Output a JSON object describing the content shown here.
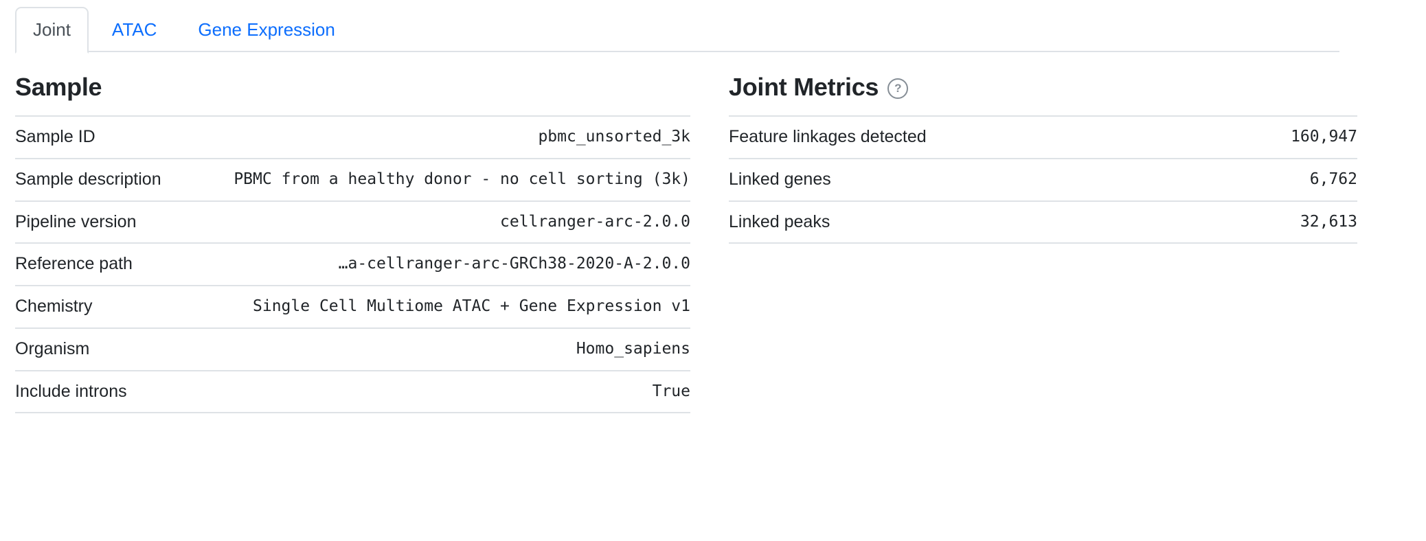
{
  "tabs": [
    {
      "label": "Joint",
      "active": true
    },
    {
      "label": "ATAC",
      "active": false
    },
    {
      "label": "Gene Expression",
      "active": false
    }
  ],
  "sample_panel": {
    "title": "Sample",
    "rows": [
      {
        "label": "Sample ID",
        "value": "pbmc_unsorted_3k"
      },
      {
        "label": "Sample description",
        "value": "PBMC from a healthy donor - no cell sorting (3k)"
      },
      {
        "label": "Pipeline version",
        "value": "cellranger-arc-2.0.0"
      },
      {
        "label": "Reference path",
        "value": "…a-cellranger-arc-GRCh38-2020-A-2.0.0"
      },
      {
        "label": "Chemistry",
        "value": "Single Cell Multiome ATAC + Gene Expression v1"
      },
      {
        "label": "Organism",
        "value": "Homo_sapiens"
      },
      {
        "label": "Include introns",
        "value": "True"
      }
    ]
  },
  "joint_metrics_panel": {
    "title": "Joint Metrics",
    "help_icon": "help-circle-icon",
    "help_glyph": "?",
    "rows": [
      {
        "label": "Feature linkages detected",
        "value": "160,947"
      },
      {
        "label": "Linked genes",
        "value": "6,762"
      },
      {
        "label": "Linked peaks",
        "value": "32,613"
      }
    ]
  },
  "colors": {
    "link": "#0d6efd",
    "active_tab_text": "#495057",
    "border": "#dee2e6",
    "text": "#212529"
  }
}
